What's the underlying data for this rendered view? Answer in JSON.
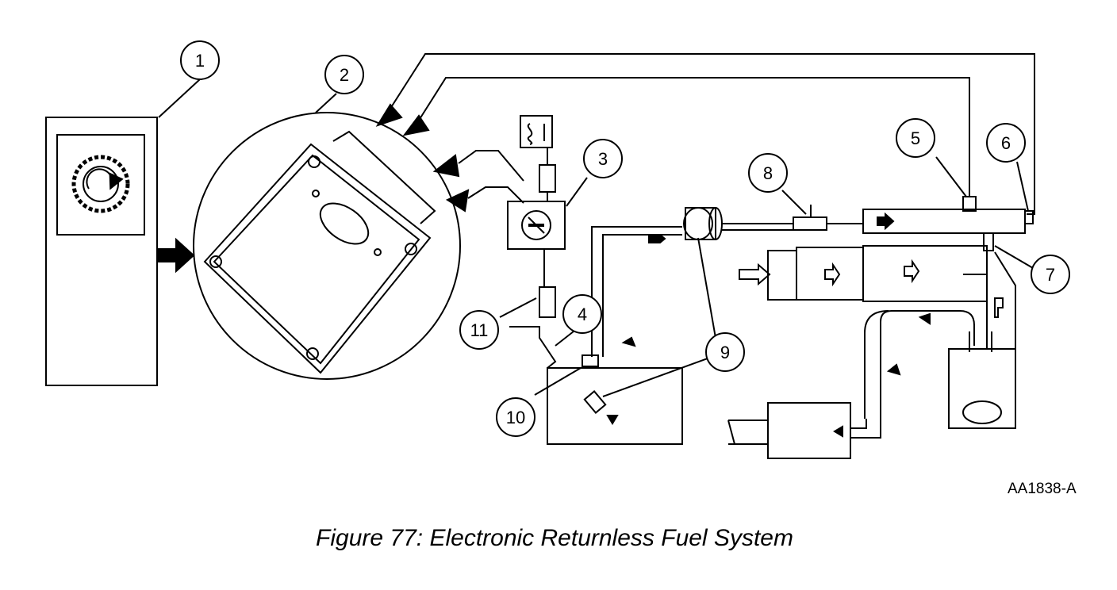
{
  "callouts": [
    "1",
    "2",
    "3",
    "4",
    "5",
    "6",
    "7",
    "8",
    "9",
    "10",
    "11"
  ],
  "figure_id": "AA1838-A",
  "caption": "Figure 77: Electronic Returnless Fuel System"
}
